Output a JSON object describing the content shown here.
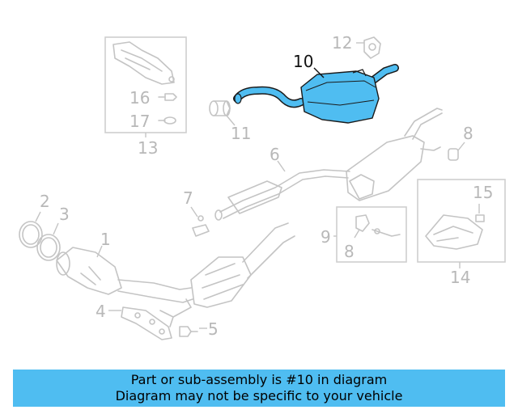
{
  "labels": {
    "p1": "1",
    "p2": "2",
    "p3": "3",
    "p4": "4",
    "p5": "5",
    "p6": "6",
    "p7": "7",
    "p8a": "8",
    "p8b": "8",
    "p9": "9",
    "p10": "10",
    "p11": "11",
    "p12": "12",
    "p13": "13",
    "p14": "14",
    "p15": "15",
    "p16": "16",
    "p17": "17"
  },
  "highlight_color": "#4fbdf1",
  "banner": {
    "line1": "Part or sub-assembly is #10 in diagram",
    "line2": "Diagram may not be specific to your vehicle"
  }
}
